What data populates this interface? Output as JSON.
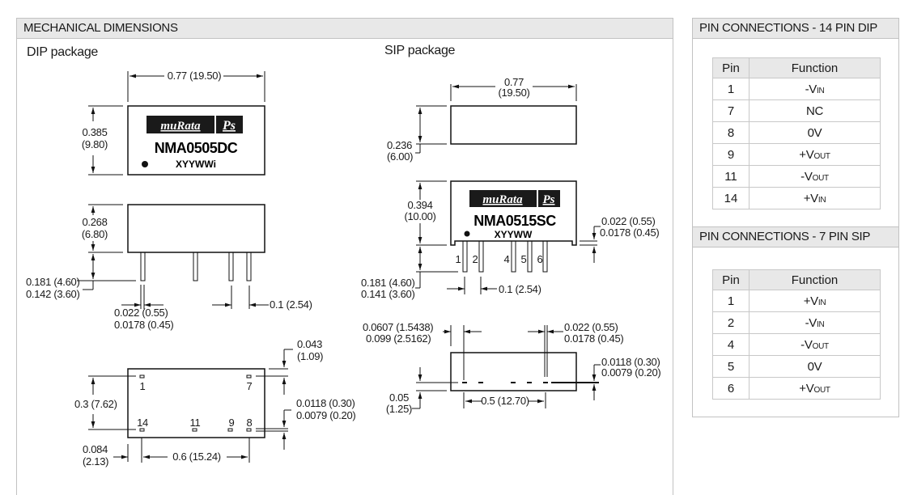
{
  "mechanical": {
    "header": "MECHANICAL DIMENSIONS",
    "dip": {
      "title": "DIP package",
      "top_width": "0.77 (19.50)",
      "body_height_in": "0.385",
      "body_height_mm": "(9.80)",
      "logo_text": "muRata",
      "logo_suffix": "Ps",
      "part_number": "NMA0505DC",
      "date_code": "XYYWWi",
      "side_height_in": "0.268",
      "side_height_mm": "(6.80)",
      "pin_length_max": "0.181 (4.60)",
      "pin_length_min": "0.142 (3.60)",
      "pin_width_max": "0.022 (0.55)",
      "pin_width_min": "0.0178 (0.45)",
      "pin_pitch": "0.1 (2.54)",
      "pad_offset_in": "0.043",
      "pad_offset_mm": "(1.09)",
      "row_spacing": "0.3 (7.62)",
      "pad_thick_max": "0.0118 (0.30)",
      "pad_thick_min": "0.0079 (0.20)",
      "edge_offset_in": "0.084",
      "edge_offset_mm": "(2.13)",
      "row_length": "0.6 (15.24)",
      "pin_labels": [
        "1",
        "7",
        "14",
        "11",
        "9",
        "8"
      ]
    },
    "sip": {
      "title": "SIP package",
      "width_in": "0.77",
      "width_mm": "(19.50)",
      "thickness_in": "0.236",
      "thickness_mm": "(6.00)",
      "logo_text": "muRata",
      "logo_suffix": "Ps",
      "part_number": "NMA0515SC",
      "date_code": "XYYWW",
      "height_in": "0.394",
      "height_mm": "(10.00)",
      "standoff_max": "0.022 (0.55)",
      "standoff_min": "0.0178 (0.45)",
      "pin_length_max": "0.181 (4.60)",
      "pin_length_min": "0.141 (3.60)",
      "pin_pitch": "0.1 (2.54)",
      "pin_labels": [
        "1",
        "2",
        "4",
        "5",
        "6"
      ],
      "first_pin_max": "0.0607 (1.5438)",
      "first_pin_min": "0.099 (2.5162)",
      "pin_width_max": "0.022 (0.55)",
      "pin_width_min": "0.0178 (0.45)",
      "pin_thick_max": "0.0118 (0.30)",
      "pin_thick_min": "0.0079 (0.20)",
      "row_offset_in": "0.05",
      "row_offset_mm": "(1.25)",
      "row_length": "0.5 (12.70)"
    }
  },
  "pin14": {
    "header": "PIN CONNECTIONS - 14 PIN DIP",
    "col_pin": "Pin",
    "col_function": "Function",
    "rows": [
      {
        "pin": "1",
        "sign": "-",
        "v": "V",
        "sub": "IN"
      },
      {
        "pin": "7",
        "sign": "",
        "v": "NC",
        "sub": ""
      },
      {
        "pin": "8",
        "sign": "",
        "v": "0V",
        "sub": ""
      },
      {
        "pin": "9",
        "sign": "+",
        "v": "V",
        "sub": "OUT"
      },
      {
        "pin": "11",
        "sign": "-",
        "v": "V",
        "sub": "OUT"
      },
      {
        "pin": "14",
        "sign": "+",
        "v": "V",
        "sub": "IN"
      }
    ]
  },
  "pin7": {
    "header": "PIN CONNECTIONS - 7 PIN SIP",
    "col_pin": "Pin",
    "col_function": "Function",
    "rows": [
      {
        "pin": "1",
        "sign": "+",
        "v": "V",
        "sub": "IN"
      },
      {
        "pin": "2",
        "sign": "-",
        "v": "V",
        "sub": "IN"
      },
      {
        "pin": "4",
        "sign": "-",
        "v": "V",
        "sub": "OUT"
      },
      {
        "pin": "5",
        "sign": "",
        "v": "0V",
        "sub": ""
      },
      {
        "pin": "6",
        "sign": "+",
        "v": "V",
        "sub": "OUT"
      }
    ]
  }
}
